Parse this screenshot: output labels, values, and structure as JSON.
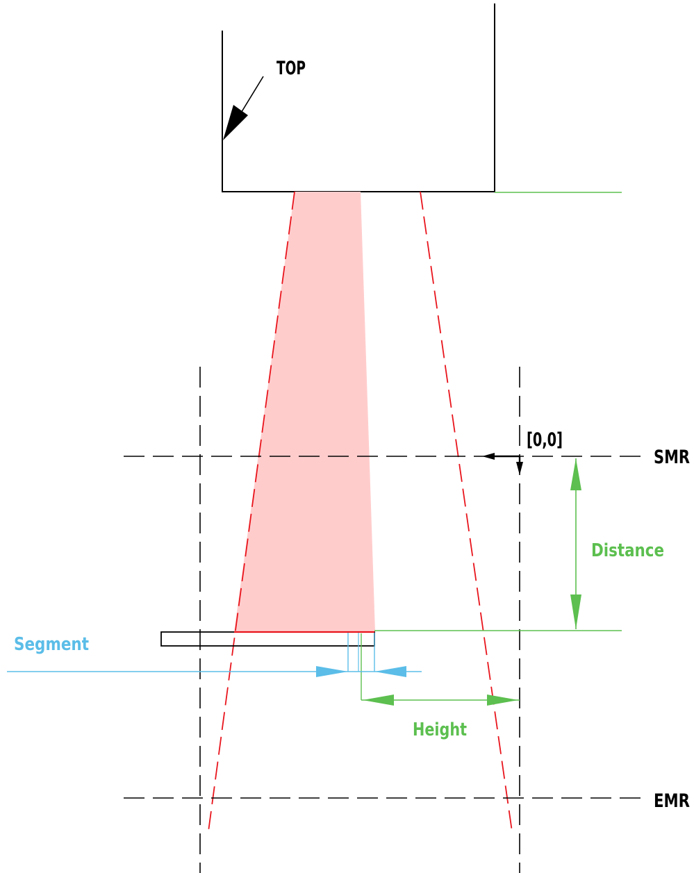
{
  "labels": {
    "top": "TOP",
    "origin": "[0,0]",
    "smr": "SMR",
    "emr": "EMR",
    "distance": "Distance",
    "segment": "Segment",
    "height": "Height"
  },
  "colors": {
    "outline": "#000000",
    "beam_line": "#e8141c",
    "beam_fill": "#ffcccc",
    "dimension_green": "#5cbf4f",
    "segment_blue": "#5bbde8"
  }
}
